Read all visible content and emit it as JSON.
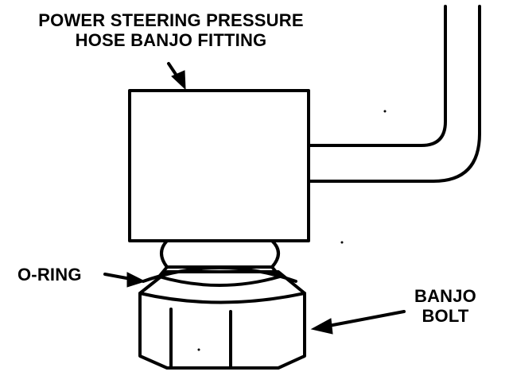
{
  "labels": {
    "fitting_line1": "POWER STEERING PRESSURE",
    "fitting_line2": "HOSE BANJO FITTING",
    "oring": "O-RING",
    "bolt_line1": "BANJO",
    "bolt_line2": "BOLT"
  },
  "colors": {
    "ink": "#000000",
    "paper": "#ffffff"
  }
}
